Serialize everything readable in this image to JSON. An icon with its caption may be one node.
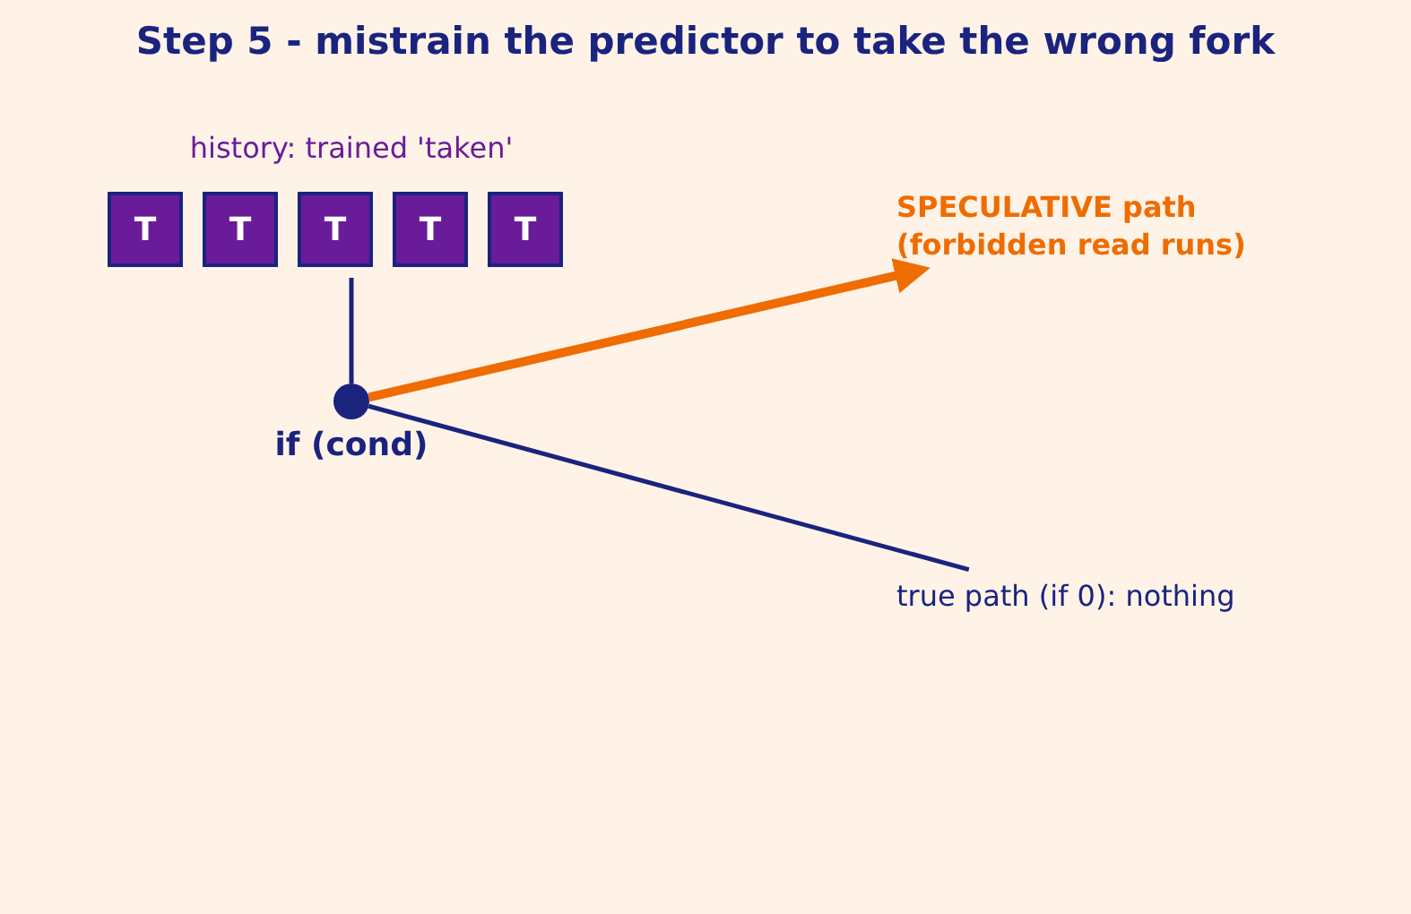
{
  "diagram": {
    "title": "Step 5 - mistrain the predictor to take the wrong fork",
    "nodes": [
      {
        "text": [
          "T"
        ]
      },
      {
        "text": [
          "T"
        ]
      },
      {
        "text": [
          "T"
        ]
      },
      {
        "text": [
          "T"
        ]
      },
      {
        "text": [
          "T"
        ]
      },
      {
        "text": [],
        "shape": "circle",
        "beside": [
          "if (cond)"
        ]
      },
      {
        "text": [
          "SPECULATIVE path (forbidden read runs)"
        ]
      },
      {
        "text": [
          "true path (if 0): nothing"
        ]
      }
    ],
    "edges": [
      {
        "from": 2,
        "to": 5,
        "arrow": "none"
      },
      {
        "from": 5,
        "to": 6,
        "arrow": "to",
        "style": "thick",
        "color": "#ef6c00"
      },
      {
        "from": 5,
        "to": 7,
        "arrow": "none"
      }
    ],
    "labels": [
      "history: trained 'taken'"
    ]
  }
}
